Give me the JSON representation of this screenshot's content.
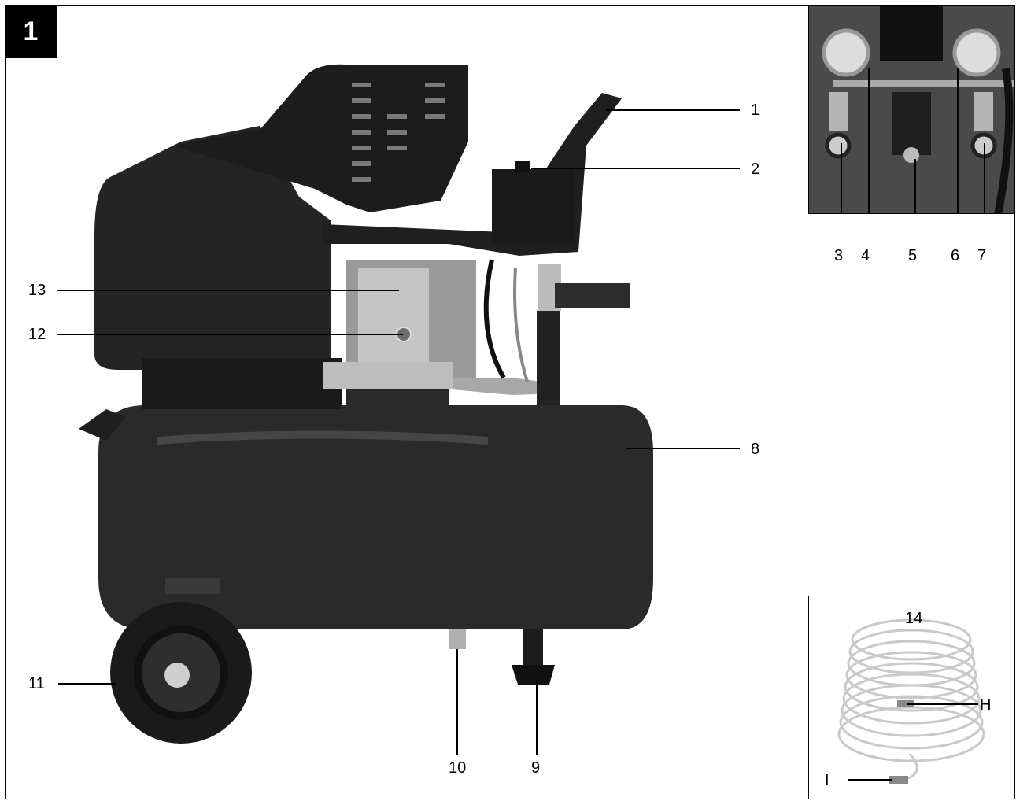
{
  "figure_number": "1",
  "callouts": {
    "c1": "1",
    "c2": "2",
    "c8": "8",
    "c9": "9",
    "c10": "10",
    "c11": "11",
    "c12": "12",
    "c13": "13"
  },
  "inset_gauges": {
    "c3": "3",
    "c4": "4",
    "c5": "5",
    "c6": "6",
    "c7": "7"
  },
  "inset_hose": {
    "c14": "14",
    "cH": "H",
    "cI": "I"
  }
}
